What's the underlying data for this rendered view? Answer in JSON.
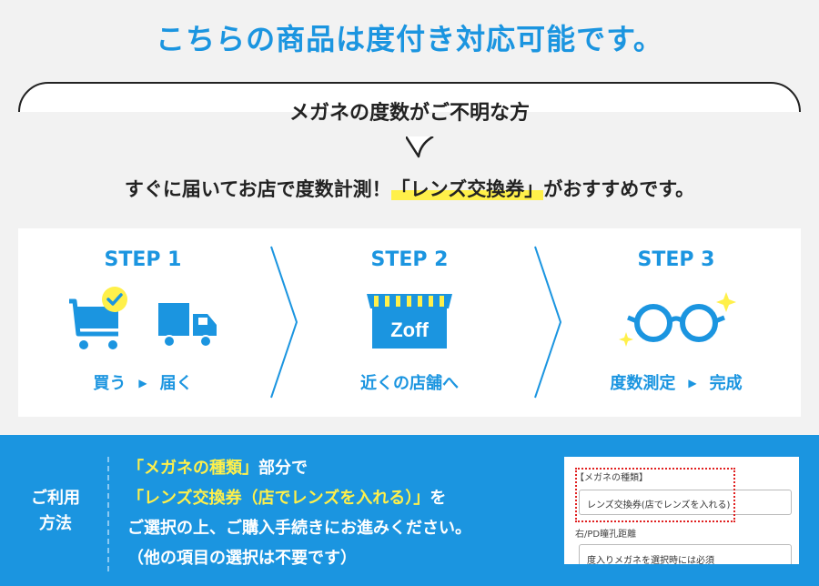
{
  "headline": "こちらの商品は度付き対応可能です。",
  "bubble": {
    "text": "メガネの度数がご不明な方"
  },
  "subline": {
    "before": "すぐに届いてお店で度数計測！",
    "highlight": "「レンズ交換券」",
    "after": "がおすすめです。"
  },
  "steps": [
    {
      "title": "STEP 1",
      "caption_a": "買う",
      "caption_b": "届く",
      "icons": [
        "cart-check-icon",
        "truck-icon"
      ]
    },
    {
      "title": "STEP 2",
      "caption": "近くの店舗へ",
      "icons": [
        "store-icon"
      ],
      "store_sign": "Zoff"
    },
    {
      "title": "STEP 3",
      "caption_a": "度数測定",
      "caption_b": "完成",
      "icons": [
        "glasses-icon"
      ]
    }
  ],
  "usage": {
    "label_line1": "ご利用",
    "label_line2": "方法",
    "line1_highlight": "「メガネの種類」",
    "line1_rest": "部分で",
    "line2_highlight": "「レンズ交換券（店でレンズを入れる）」",
    "line2_rest": "を",
    "line3": "ご選択の上、ご購入手続きにお進みください。",
    "line4": "（他の項目の選択は不要です）"
  },
  "form_example": {
    "label1": "【メガネの種類】",
    "select1": "レンズ交換券(店でレンズを入れる)",
    "label2": "右/PD瞳孔距離",
    "select2": "度入りメガネを選択時には必須"
  },
  "colors": {
    "brand_blue": "#1b95e0",
    "highlight_yellow": "#fff04a",
    "background": "#f2f2f2"
  }
}
